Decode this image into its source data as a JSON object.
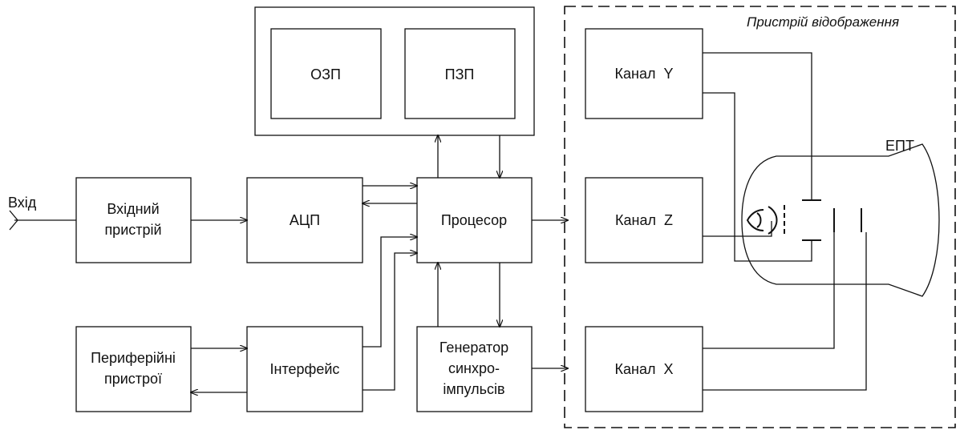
{
  "input_label": "Вхід",
  "display_label": "Пристрій відображення",
  "memory": {
    "ram": "ОЗП",
    "rom": "ПЗП"
  },
  "blocks": {
    "input_device": [
      "Вхідний",
      "пристрій"
    ],
    "adc": "АЦП",
    "processor": "Процесор",
    "peripherals": [
      "Периферійні",
      "пристрої"
    ],
    "interface": "Інтерфейс",
    "sync_generator": [
      "Генератор",
      "синхро-",
      "імпульсів"
    ],
    "channel_y": "Канал  Y",
    "channel_z": "Канал  Z",
    "channel_x": "Канал  X",
    "crt": "ЕПТ"
  }
}
